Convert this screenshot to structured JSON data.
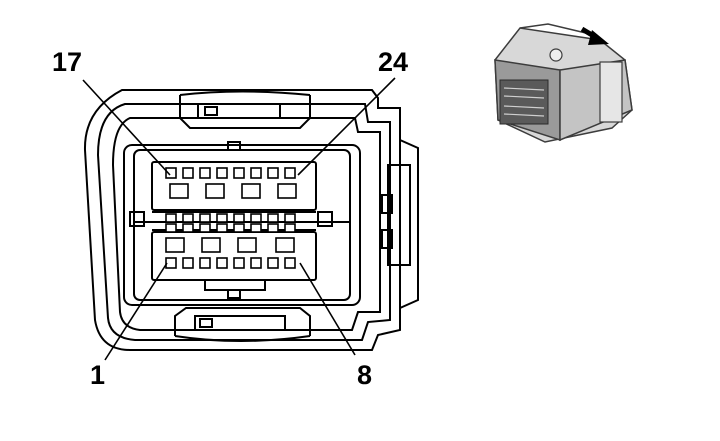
{
  "pin_labels": {
    "top_left": "17",
    "top_right": "24",
    "bottom_left": "1",
    "bottom_right": "8"
  },
  "colors": {
    "stroke": "#000000",
    "housing_fill": "#ffffff",
    "inset_fill": "#7a7a7a",
    "inset_dark": "#3c3c3c",
    "inset_light": "#d8d8d8"
  },
  "icons": {
    "arrow": "view-direction-arrow-icon",
    "inset": "connector-3d-view-icon"
  }
}
